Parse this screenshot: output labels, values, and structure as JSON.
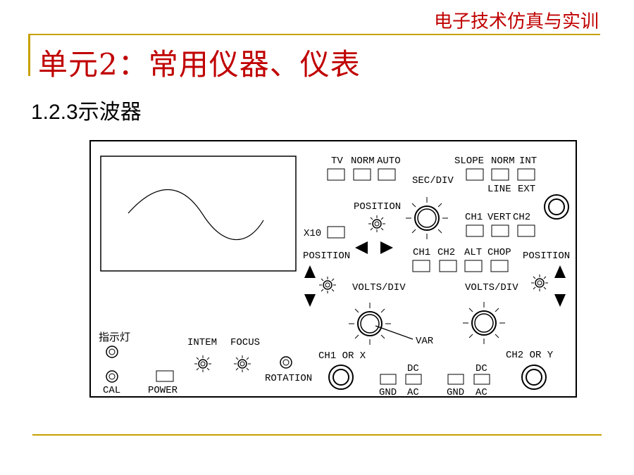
{
  "header": {
    "course_title": "电子技术仿真与实训"
  },
  "slide": {
    "unit_title": "单元2：常用仪器、仪表",
    "section_title": "1.2.3示波器"
  },
  "panel": {
    "trigger_mode": {
      "tv": "TV",
      "norm": "NORM",
      "auto": "AUTO"
    },
    "trigger_source": {
      "slope": "SLOPE",
      "norm": "NORM",
      "int": "INT",
      "line": "LINE",
      "ext": "EXT"
    },
    "sec_div": "SEC/DIV",
    "position_h": "POSITION",
    "x10": "X10",
    "vert_mode_top": {
      "ch1": "CH1",
      "vert": "VERT",
      "ch2": "CH2"
    },
    "vert_mode": {
      "ch1": "CH1",
      "ch2": "CH2",
      "alt": "ALT",
      "chop": "CHOP"
    },
    "position_left": "POSITION",
    "position_right": "POSITION",
    "volts_div_1": "VOLTS/DIV",
    "volts_div_2": "VOLTS/DIV",
    "var": "VAR",
    "indicator": "指示灯",
    "cal": "CAL",
    "power": "POWER",
    "intem": "INTEM",
    "focus": "FOCUS",
    "rotation": "ROTATION",
    "ch1_or_x": "CH1 OR X",
    "ch2_or_y": "CH2 OR Y",
    "ch1_coupling": {
      "dc": "DC",
      "gnd": "GND",
      "ac": "AC"
    },
    "ch2_coupling": {
      "dc": "DC",
      "gnd": "GND",
      "ac": "AC"
    }
  },
  "colors": {
    "title_red": "#c00000",
    "rule_gold": "#c8a000"
  }
}
